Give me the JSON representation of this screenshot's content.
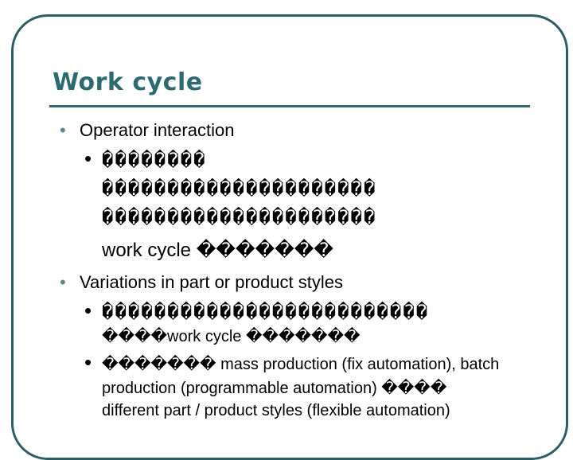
{
  "slide": {
    "title": "Work cycle",
    "bullets": [
      {
        "text": "Operator interaction",
        "sub": [
          {
            "lines": [
              "��������",
              "���������������������",
              "���������������������",
              "work cycle �������"
            ]
          }
        ]
      },
      {
        "text": "Variations in part or product styles",
        "sub": [
          {
            "lines": [
              "�������������������������",
              "����work cycle �������"
            ]
          },
          {
            "lines": [
              "������� mass production (fix automation), batch",
              "production (programmable automation) ����",
              "different part / product styles (flexible automation)"
            ]
          }
        ]
      }
    ]
  }
}
